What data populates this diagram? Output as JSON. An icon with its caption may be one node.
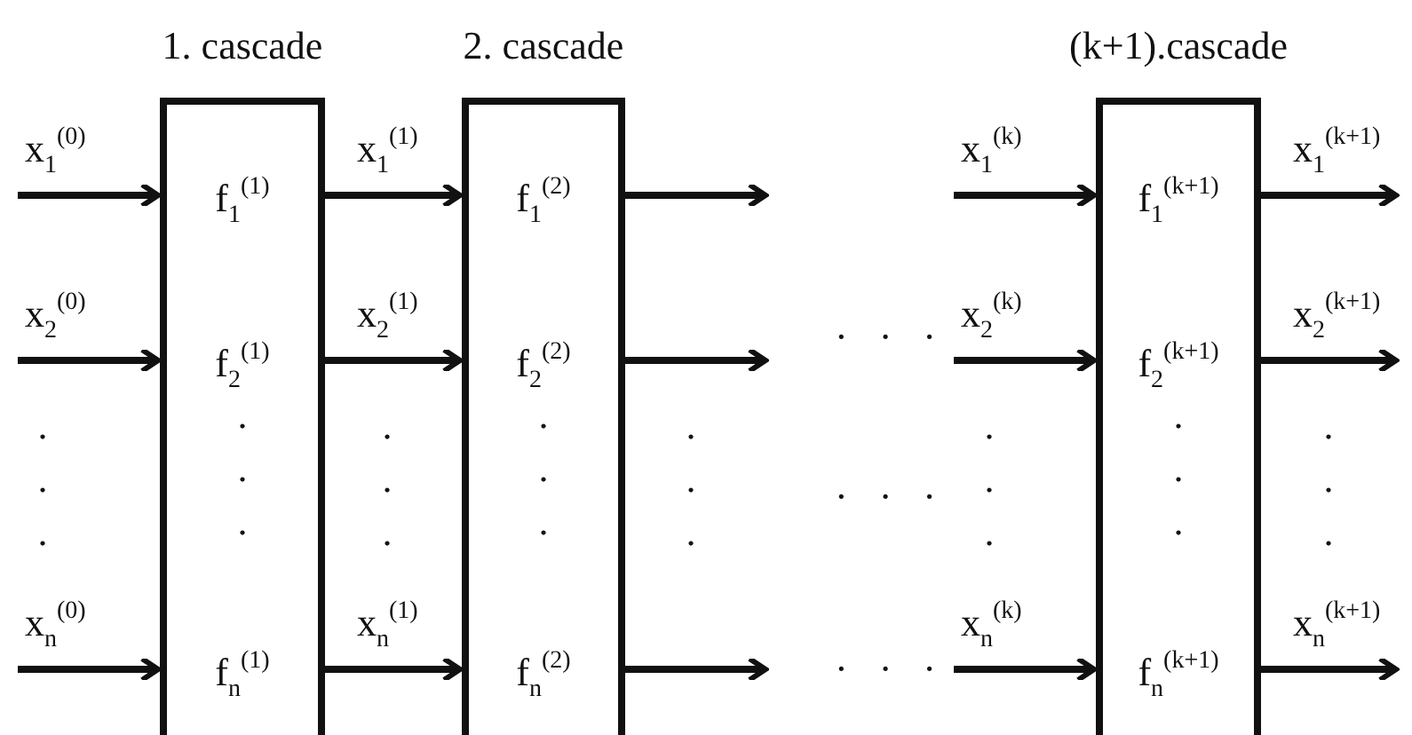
{
  "diagram": {
    "nodes": [
      {
        "text": [
          "1. cascade",
          "f$_{1}$$^{(1)}$",
          "f$_{2}$$^{(1)}$",
          ". . .",
          "f$_{n}$$^{(1)}$"
        ]
      },
      {
        "text": [
          "2. cascade",
          "f$_{1}$$^{(2)}$",
          "f$_{2}$$^{(2)}$",
          ". . .",
          "f$_{n}$$^{(2)}$"
        ]
      },
      {
        "text": [
          "(k+1).cascade",
          "f$_{1}$$^{(k+1)}$",
          "f$_{2}$$^{(k+1)}$",
          ". . .",
          "f$_{n}$$^{(k+1)}$"
        ]
      }
    ],
    "edges": [
      {
        "from": null,
        "to": 0,
        "arrow": "to",
        "label": "x$_{1}$$^{(0)}$"
      },
      {
        "from": null,
        "to": 0,
        "arrow": "to",
        "label": "x$_{2}$$^{(0)}$"
      },
      {
        "from": null,
        "to": 0,
        "arrow": "to",
        "label": "x$_{n}$$^{(0)}$"
      },
      {
        "from": 0,
        "to": 1,
        "arrow": "to",
        "label": "x$_{1}$$^{(1)}$"
      },
      {
        "from": 0,
        "to": 1,
        "arrow": "to",
        "label": "x$_{2}$$^{(1)}$"
      },
      {
        "from": 0,
        "to": 1,
        "arrow": "to",
        "label": "x$_{n}$$^{(1)}$"
      },
      {
        "from": 1,
        "to": null,
        "arrow": "to"
      },
      {
        "from": 1,
        "to": null,
        "arrow": "to"
      },
      {
        "from": 1,
        "to": null,
        "arrow": "to"
      },
      {
        "from": null,
        "to": 2,
        "arrow": "to",
        "label": "x$_{1}$$^{(k)}$"
      },
      {
        "from": null,
        "to": 2,
        "arrow": "to",
        "label": "x$_{2}$$^{(k)}$"
      },
      {
        "from": null,
        "to": 2,
        "arrow": "to",
        "label": "x$_{n}$$^{(k)}$"
      },
      {
        "from": 2,
        "to": null,
        "arrow": "to",
        "label": "x$_{1}$$^{(k+1)}$"
      },
      {
        "from": 2,
        "to": null,
        "arrow": "to",
        "label": "x$_{2}$$^{(k+1)}$"
      },
      {
        "from": 2,
        "to": null,
        "arrow": "to",
        "label": "x$_{n}$$^{(k+1)}$"
      }
    ],
    "labels": [
      ". . .",
      ". . .",
      "· · ·",
      "· · ·",
      ". . .",
      ". . .",
      "· · ·",
      ". . ."
    ]
  }
}
